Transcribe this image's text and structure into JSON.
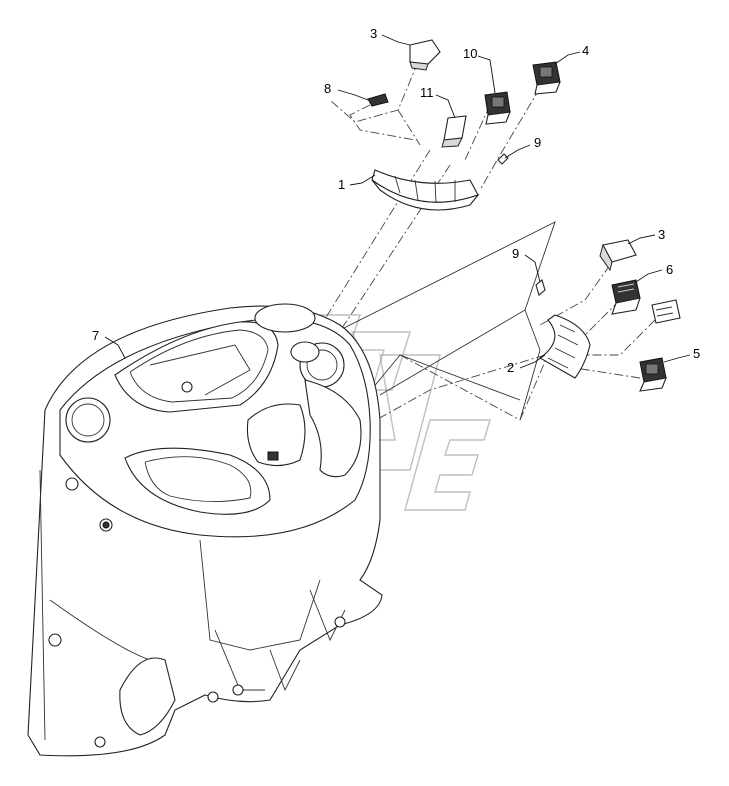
{
  "callouts": [
    {
      "id": "c1",
      "text": "1"
    },
    {
      "id": "c2",
      "text": "2"
    },
    {
      "id": "c3a",
      "text": "3"
    },
    {
      "id": "c3b",
      "text": "3"
    },
    {
      "id": "c4",
      "text": "4"
    },
    {
      "id": "c5",
      "text": "5"
    },
    {
      "id": "c6",
      "text": "6"
    },
    {
      "id": "c7",
      "text": "7"
    },
    {
      "id": "c8",
      "text": "8"
    },
    {
      "id": "c9a",
      "text": "9"
    },
    {
      "id": "c9b",
      "text": "9"
    },
    {
      "id": "c10",
      "text": "10"
    },
    {
      "id": "c11",
      "text": "11"
    }
  ]
}
